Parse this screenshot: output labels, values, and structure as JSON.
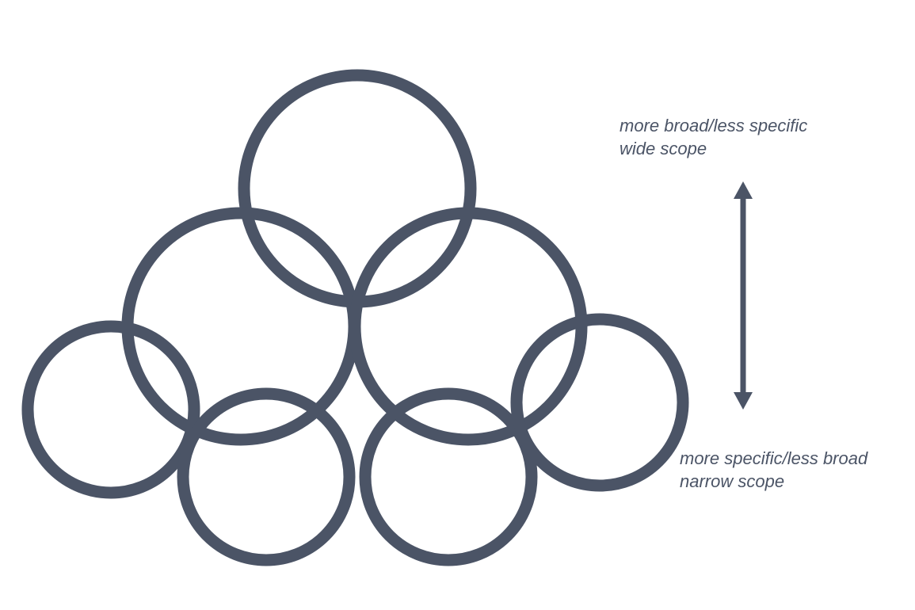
{
  "colors": {
    "stroke": "#4b5466",
    "text": "#4b5466",
    "background": "#ffffff"
  },
  "diagram": {
    "circle_count": 7,
    "arrow": "double-headed-vertical"
  },
  "labels": {
    "top": {
      "line1": "more broad/less specific",
      "line2": "wide scope"
    },
    "bottom": {
      "line1": "more specific/less broad",
      "line2": "narrow scope"
    }
  }
}
